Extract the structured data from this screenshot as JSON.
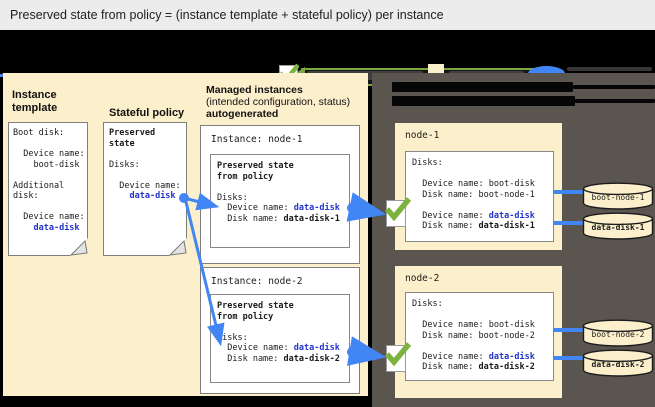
{
  "title": "Preserved state from policy = (instance template + stateful policy) per instance",
  "colors": {
    "accent_blue": "#4285f4",
    "value_blue": "#2433cc",
    "check_green": "#7cb23e",
    "panel_beige": "#fcf0cc",
    "panel_dark": "#5a554f",
    "titlebar_gray": "#ececec"
  },
  "legend": {
    "icons": [
      "check-box",
      "green-arrow",
      "beige-config-box",
      "blue-disk-ellipse"
    ],
    "note_text_legible": false
  },
  "left_panel": {
    "instance_template": {
      "heading": "Instance\ntemplate",
      "body": "Boot disk:\n\n  Device name:\n    boot-disk\n\nAdditional\ndisk:\n\n  Device name:\n    ",
      "highlight": "data-disk"
    },
    "stateful_policy": {
      "heading": "Stateful policy",
      "body_bold": "Preserved\nstate",
      "body": "\n\nDisks:\n\n  Device name:\n    ",
      "highlight": "data-disk"
    },
    "managed_instances": {
      "heading_line1": "Managed instances",
      "heading_line2": "(intended configuration, status)",
      "heading_line3": "autogenerated",
      "instances": [
        {
          "title": "Instance: node-1",
          "preserved_heading": "Preserved state\nfrom policy",
          "body_before_device": "\n\nDisks:\n  Device name: ",
          "device_value": "data-disk",
          "body_before_disk": "\n  Disk name: ",
          "disk_value": "data-disk-1"
        },
        {
          "title": "Instance: node-2",
          "preserved_heading": "Preserved state\nfrom policy",
          "body_before_device": "\n\nDisks:\n  Device name: ",
          "device_value": "data-disk",
          "body_before_disk": "\n  Disk name: ",
          "disk_value": "data-disk-2"
        }
      ]
    }
  },
  "right_panel": {
    "heading_legible": false,
    "nodes": [
      {
        "title": "node-1",
        "body_start": "Disks:\n\n  Device name: boot-disk\n  Disk name: boot-node-1\n\n  Device name: ",
        "device_value": "data-disk",
        "body_mid": "\n  Disk name: ",
        "disk_value": "data-disk-1",
        "disks": [
          {
            "label": "boot-node-1"
          },
          {
            "label": "data-disk-1"
          }
        ]
      },
      {
        "title": "node-2",
        "body_start": "Disks:\n\n  Device name: boot-disk\n  Disk name: boot-node-2\n\n  Device name: ",
        "device_value": "data-disk",
        "body_mid": "\n  Disk name: ",
        "disk_value": "data-disk-2",
        "disks": [
          {
            "label": "boot-node-2"
          },
          {
            "label": "data-disk-2"
          }
        ]
      }
    ]
  }
}
